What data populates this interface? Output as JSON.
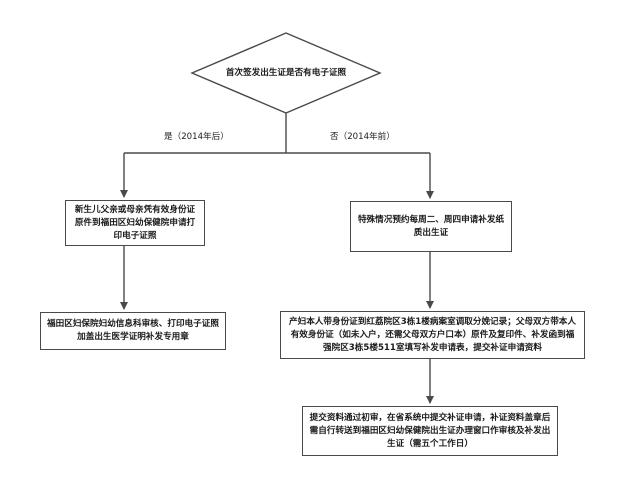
{
  "flowchart": {
    "decision": "首次签发出生证是否有电子证照",
    "edges": {
      "yes_label": "是（2014年后）",
      "no_label": "否（2014年前）"
    },
    "left_branch": {
      "step1": "新生儿父亲或母亲凭有效身份证原件到福田区妇幼保健院申请打印电子证照",
      "step2": "福田区妇保院妇幼信息科审核、打印电子证照加盖出生医学证明补发专用章"
    },
    "right_branch": {
      "step1": "特殊情况预约每周二、周四申请补发纸质出生证",
      "step2": "产妇本人带身份证到红荔院区3栋1楼病案室调取分娩记录；父母双方带本人有效身份证（如未入户，还需父母双方户口本）原件及复印件、补发函到福强院区3栋5楼511室填写补发申请表，提交补证申请资料",
      "step3": "提交资料通过初审，在省系统中提交补证申请，补证资料盖章后需自行转送到福田区妇幼保健院出生证办理窗口作审核及补发出生证（需五个工作日）"
    }
  }
}
